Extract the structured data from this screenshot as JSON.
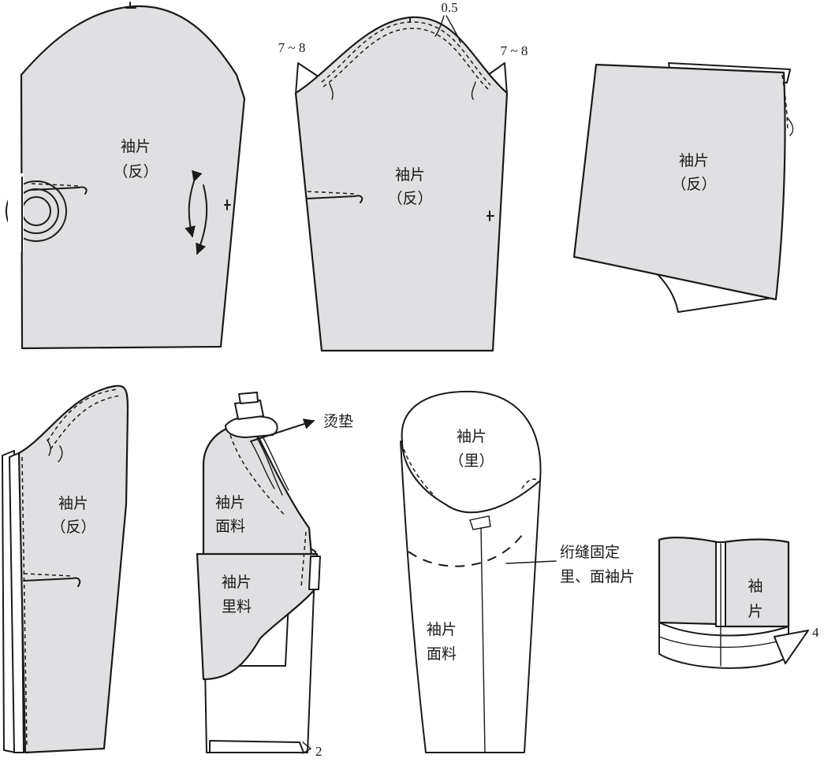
{
  "panels": {
    "p1": {
      "label_line1": "袖片",
      "label_line2": "（反）"
    },
    "p2": {
      "label_line1": "袖片",
      "label_line2": "（反）",
      "dim_top": "0.5",
      "dim_left": "7 ~ 8",
      "dim_right": "7 ~ 8"
    },
    "p3": {
      "label_line1": "袖片",
      "label_line2": "（反）"
    },
    "p4": {
      "label_line1": "袖片",
      "label_line2": "（反）"
    },
    "p5": {
      "face_line1": "袖片",
      "face_line2": "面料",
      "lining_line1": "袖片",
      "lining_line2": "里料",
      "callout": "烫垫",
      "dim_bottom": "2"
    },
    "p6": {
      "top_line1": "袖片",
      "top_line2": "（里）",
      "body_line1": "袖片",
      "body_line2": "面料",
      "callout_line1": "绗缝固定",
      "callout_line2": "里、面袖片"
    },
    "p7": {
      "label_line1": "袖",
      "label_line2": "片",
      "dim": "4"
    }
  }
}
